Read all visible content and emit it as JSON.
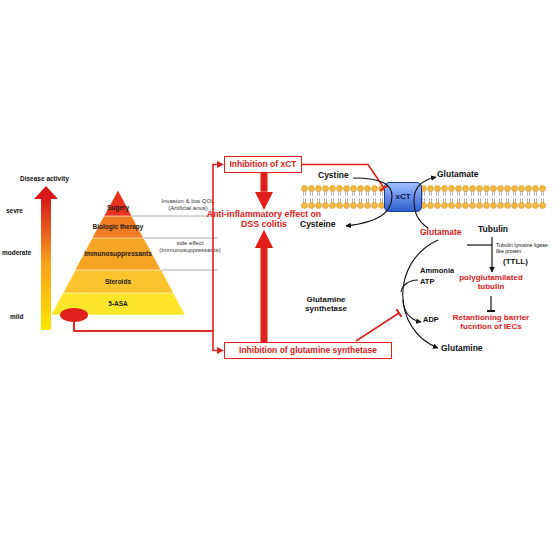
{
  "diagram": {
    "nodes": [
      {
        "text": [
          "Sugery"
        ]
      },
      {
        "text": [
          "Biologic therapy"
        ]
      },
      {
        "text": [
          "Immunosuppressants"
        ]
      },
      {
        "text": [
          "Steroids"
        ]
      },
      {
        "text": [
          "5-ASA"
        ]
      },
      {
        "text": [
          "Inhibition of xCT"
        ]
      },
      {
        "text": [
          "Anti-inflammatory effect on DSS colitis"
        ]
      },
      {
        "text": [
          "Inhibition of glutamine synthetase"
        ]
      },
      {
        "text": [
          "xCT"
        ]
      }
    ],
    "edges": [
      {
        "from": 4,
        "to": 5,
        "arrow": "to"
      },
      {
        "from": 4,
        "to": 7,
        "arrow": "to"
      },
      {
        "from": 5,
        "to": 6,
        "arrow": "to"
      },
      {
        "from": 7,
        "to": 6,
        "arrow": "to"
      },
      {
        "from": 5,
        "to": 8,
        "arrow": "to"
      }
    ],
    "labels": [
      "Disease activity",
      "sevre",
      "moderate",
      "mild",
      "Invasion & low QOL (Artificial anus)",
      "side effect (Immunosuppressants)",
      "Cystine",
      "Glutamate",
      "Cysteine",
      "Glutamate",
      "Tubulin",
      "Tubulin tyrosine ligase-like protein",
      "(TTLL)",
      "polyglutamilated tubulin",
      "Retantioning barrier fucntion of IECs",
      "Glutamine synthetase",
      "Ammonia",
      "ATP",
      "ADP",
      "Glutamine"
    ]
  }
}
